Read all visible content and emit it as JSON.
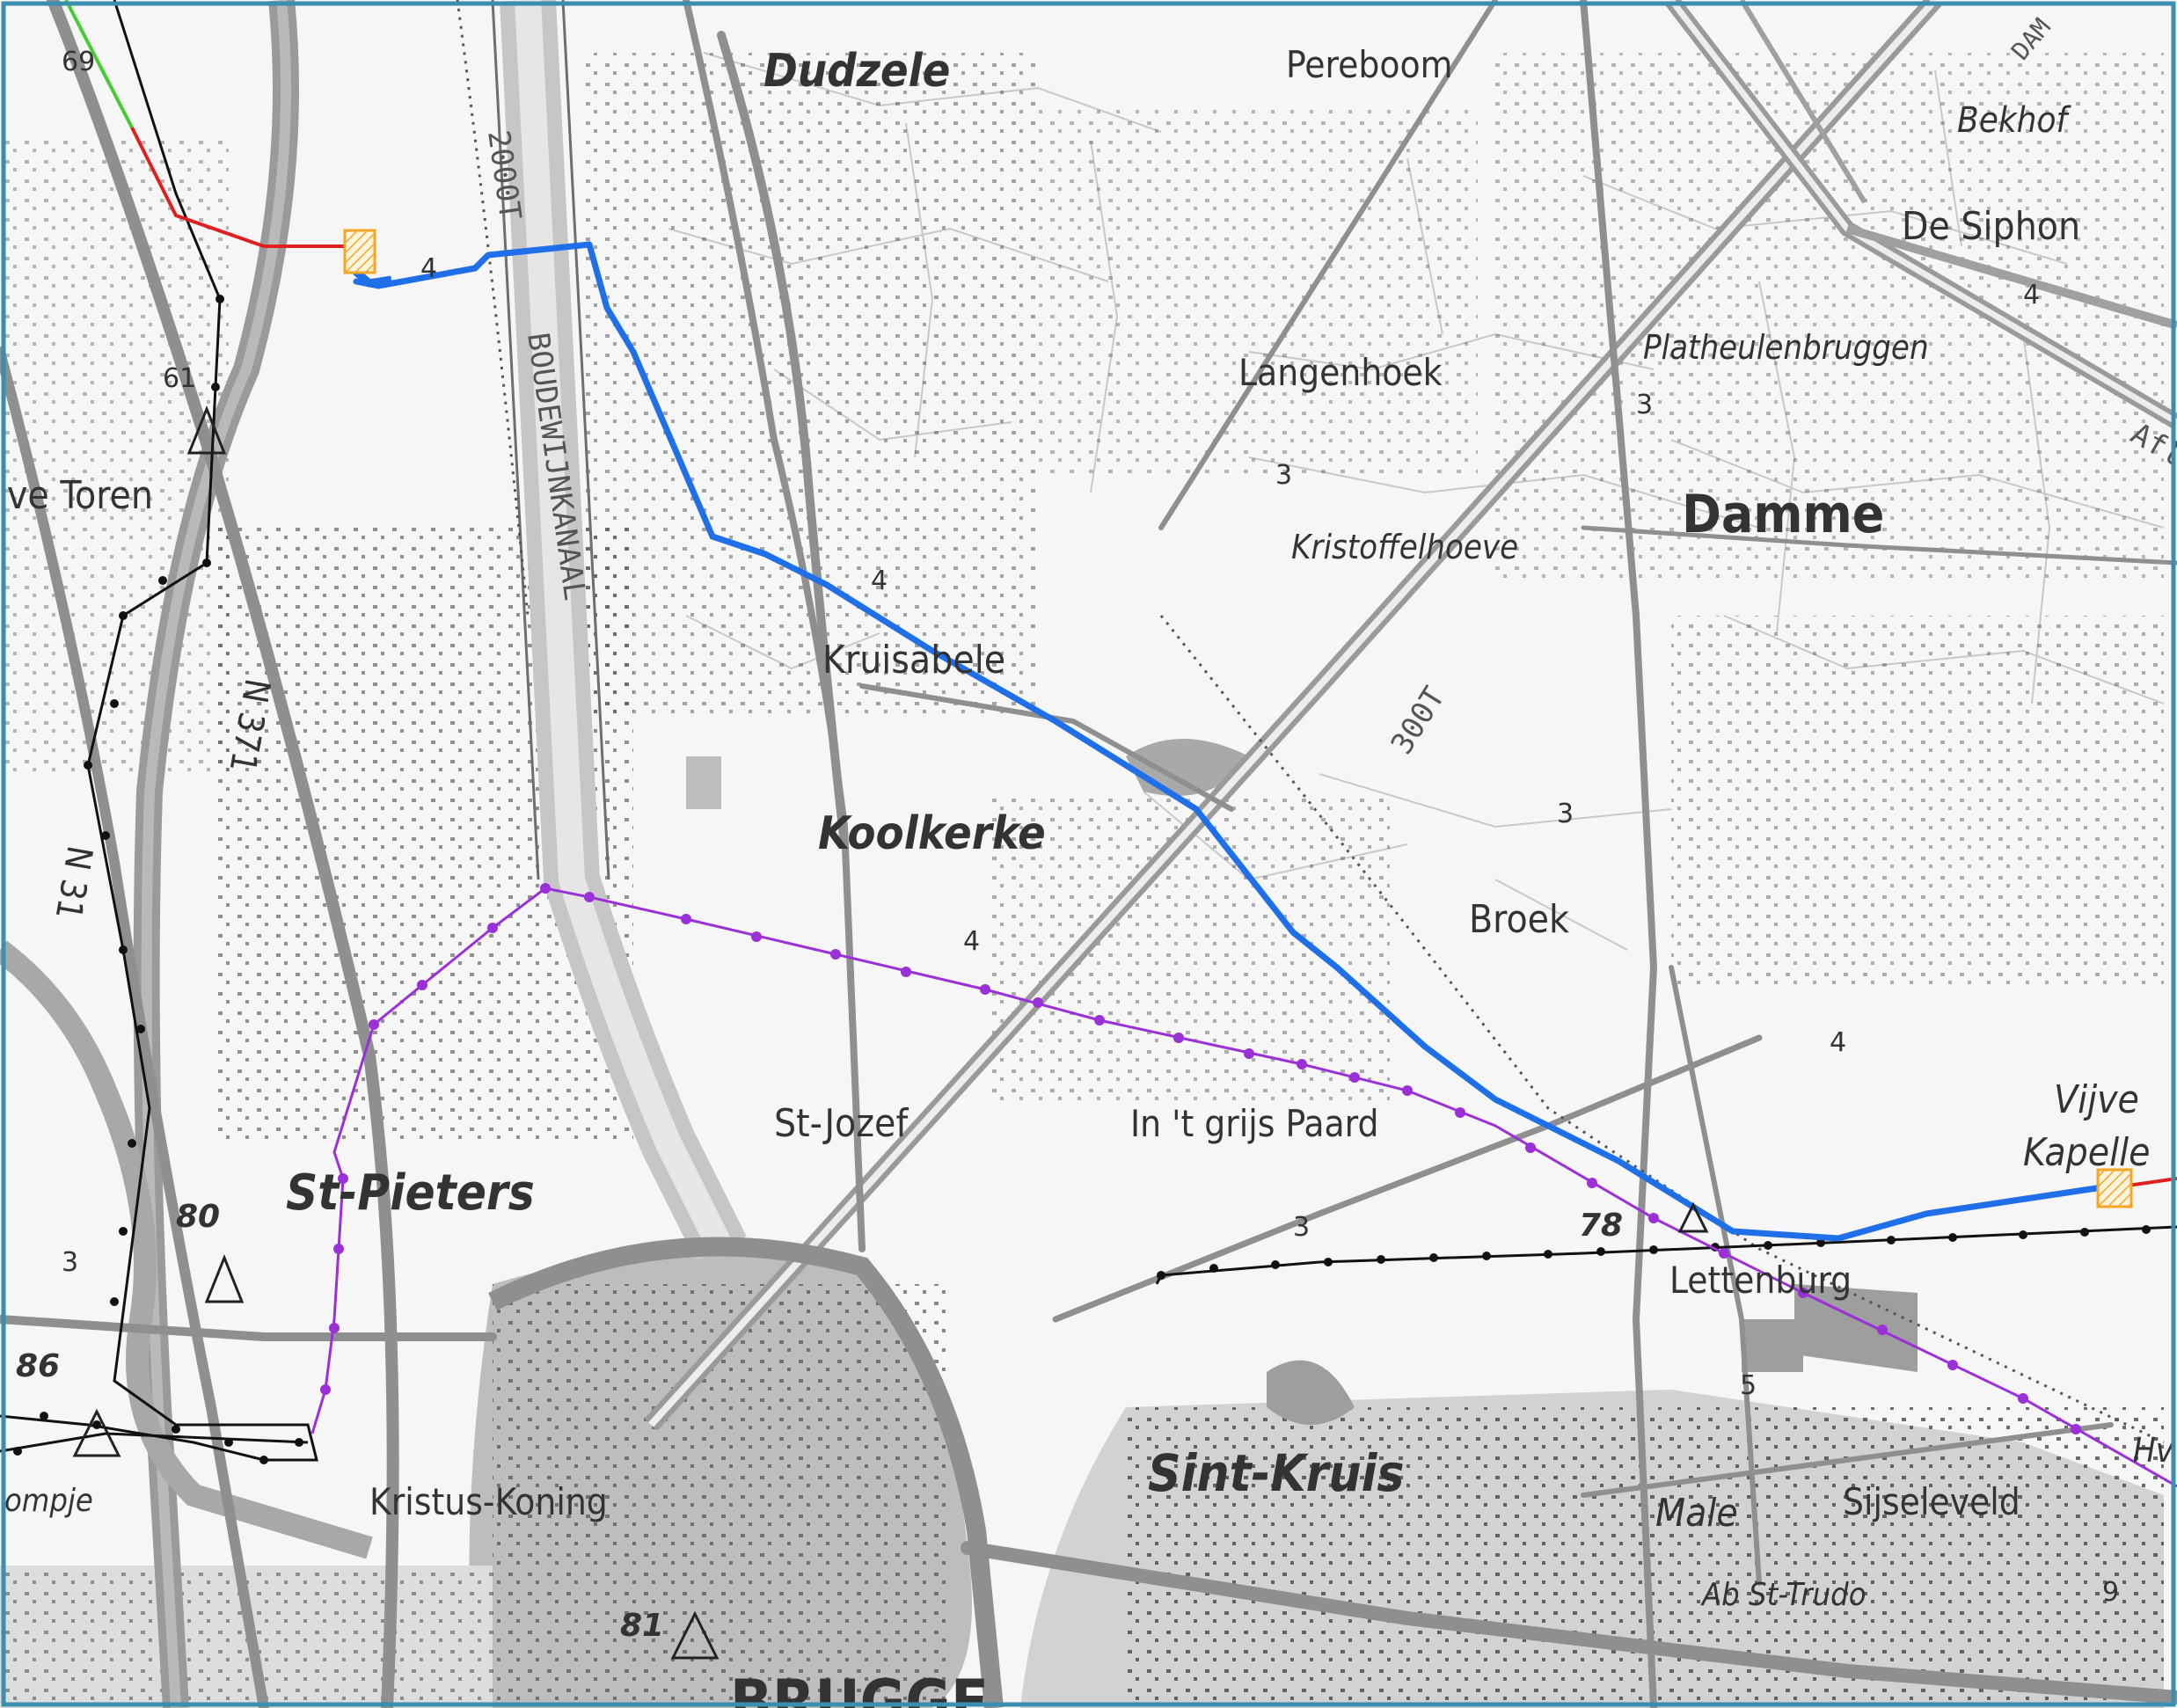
{
  "map": {
    "places": {
      "dudzele": "Dudzele",
      "pereboom": "Pereboom",
      "bekhof": "Bekhof",
      "de_siphon": "De Siphon",
      "platheulenbruggen": "Platheulenbruggen",
      "langenhoek": "Langenhoek",
      "damme": "Damme",
      "kristoffelhoeve": "Kristoffelhoeve",
      "toren": "ve Toren",
      "kruisabele": "Kruisabele",
      "koolkerke": "Koolkerke",
      "broek": "Broek",
      "st_jozef": "St-Jozef",
      "in_t_grijs_paard": "In 't grijs Paard",
      "vijve": "Vijve",
      "kapelle": "Kapelle",
      "st_pieters": "St-Pieters",
      "lettenburg": "Lettenburg",
      "sint_kruis": "Sint-Kruis",
      "male": "Male",
      "sijseleveld": "Sijseleveld",
      "ab_st_trudo": "Ab St-Trudo",
      "kristus_koning": "Kristus-Koning",
      "ompje": "ompje",
      "brugge": "BRUGGE",
      "hv": "Hv"
    },
    "canal": {
      "boudewijnkanaal": "BOUDEWIJNKANAAL",
      "tonnage_2000": "2000T",
      "tonnage_300": "300T",
      "afl": "Afle",
      "dam": "DAM"
    },
    "roads": {
      "n371": "N 371",
      "n31": "N 31"
    },
    "numbers": {
      "h69": "69",
      "h61": "61",
      "h80": "80",
      "h86": "86",
      "h81": "81",
      "h78": "78",
      "e4a": "4",
      "e4b": "4",
      "e4c": "4",
      "e4d": "4",
      "e4e": "4",
      "e3a": "3",
      "e3b": "3",
      "e3c": "3",
      "e3d": "3",
      "e3e": "3",
      "e5": "5",
      "e9": "9"
    },
    "colors": {
      "route_blue": "#1e6fe8",
      "route_red": "#e02020",
      "route_green": "#44cc33",
      "route_purple": "#9b30d9",
      "line_black": "#111111",
      "station_orange": "#f5a623",
      "road_grey": "#8f8f8f",
      "canal_grey": "#c6c6c6",
      "urban_grey": "#bdbdbd",
      "frame": "#3a8fb0"
    }
  }
}
